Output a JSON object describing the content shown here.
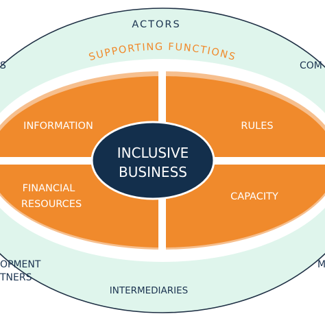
{
  "colors": {
    "outer_ring": "#dff5ec",
    "outer_ring_border": "#1e2f44",
    "supporting_ring": "#ffffff",
    "quadrant_fill": "#f08a2c",
    "quadrant_edge": "#f6bf8e",
    "center_fill": "#132f4c",
    "center_text": "#ffffff",
    "label_navy": "#1b3350",
    "label_orange": "#f08a2c"
  },
  "outer_ring": {
    "top": "ACTORS",
    "left": "S",
    "right": "COM",
    "bottom_left_1": "OPMENT",
    "bottom_left_2": "TNERS",
    "bottom_right": "M",
    "bottom": "INTERMEDIARIES"
  },
  "supporting_functions": "SUPPORTING FUNCTIONS",
  "quadrants": {
    "top_left": "INFORMATION",
    "top_right": "RULES",
    "bottom_left_1": "FINANCIAL",
    "bottom_left_2": "RESOURCES",
    "bottom_right": "CAPACITY"
  },
  "center": {
    "line1": "INCLUSIVE",
    "line2": "BUSINESS"
  }
}
